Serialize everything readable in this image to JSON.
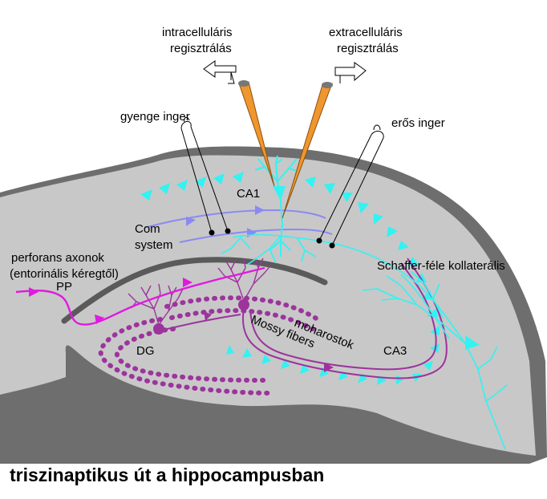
{
  "labels": {
    "intracellular_line1": "intracelluláris",
    "intracellular_line2": "regisztrálás",
    "extracellular_line1": "extracelluláris",
    "extracellular_line2": "regisztrálás",
    "weak_stimulus": "gyenge inger",
    "strong_stimulus": "erős inger",
    "ca1": "CA1",
    "com_line1": "Com",
    "com_line2": "system",
    "perforant_line1": "perforans axonok",
    "perforant_line2": "(entorinális kéregtől)",
    "pp": "PP",
    "schaffer": "Schaffer-féle kollaterális",
    "moharostok": "moharostok",
    "mossy_fibers": "Mossy fibers",
    "dg": "DG",
    "ca3": "CA3"
  },
  "caption": "triszinaptikus út a hippocampusban",
  "colors": {
    "tissue": "#c8c8c8",
    "dark_border": "#6e6e6e",
    "cyan_neurons": "#33f2f2",
    "perforant_path": "#e01ae0",
    "mossy_fibers": "#9c349c",
    "commissural": "#8a8af2",
    "electrode": "#f0962e"
  }
}
